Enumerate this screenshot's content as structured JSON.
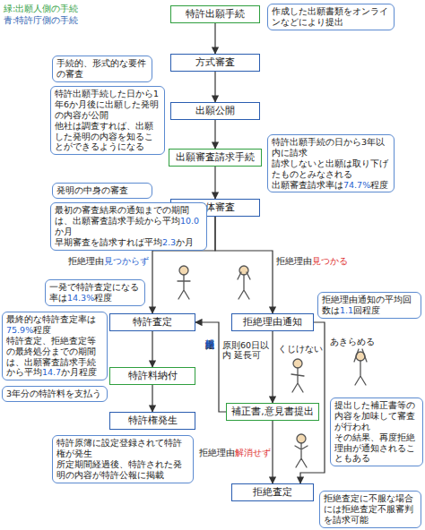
{
  "diagram": {
    "nodes": [
      {
        "text": [
          "特許出願手続"
        ]
      },
      {
        "text": [
          "作成した出願書類をオンラインなどにより提出"
        ]
      },
      {
        "text": [
          "方式審査"
        ]
      },
      {
        "text": [
          "手続的、形式的な要件の審査"
        ]
      },
      {
        "text": [
          "出願公開"
        ]
      },
      {
        "text": [
          "特許出願手続した日から1年6か月後に出願した発明の内容が公開",
          "他社は調査すれば、出願した発明の内容を知ることができるようになる"
        ]
      },
      {
        "text": [
          "出願審査請求手続"
        ]
      },
      {
        "text": [
          "特許出願手続の日から3年以内に請求",
          "請求しないと出願は取り下げたものとみなされる",
          "出願審査請求率は74.7%程度"
        ]
      },
      {
        "text": [
          "実体審査"
        ]
      },
      {
        "text": [
          "発明の中身の審査"
        ]
      },
      {
        "text": [
          "最初の審査結果の通知までの期間は、出願審査請求手続から平均10.0か月",
          "早期審査を請求すれば平均2.3か月"
        ]
      },
      {
        "text": [
          "一発で特許査定になる率は14.3%程度"
        ]
      },
      {
        "text": [
          "特許査定"
        ]
      },
      {
        "text": [
          "最終的な特許査定率は75.9%程度",
          "特許査定、拒絶査定等の最終処分までの期間は、出願審査請求手続から平均14.7か月程度"
        ]
      },
      {
        "text": [
          "拒絶理由通知"
        ]
      },
      {
        "text": [
          "拒絶理由通知の平均回数は1.1回程度"
        ]
      },
      {
        "text": [
          "特許料納付"
        ]
      },
      {
        "text": [
          "3年分の特許料を支払う"
        ]
      },
      {
        "text": [
          "補正書,意見書提出"
        ]
      },
      {
        "text": [
          "提出した補正書等の内容を加味して審査が行われ",
          "その結果、再度拒絶理由が通知されることもある"
        ]
      },
      {
        "text": [
          "特許権発生"
        ]
      },
      {
        "text": [
          "特許原簿に設定登録されて特許権が発生",
          "所定期間経過後、特許された発明の内容が特許公報に掲載"
        ]
      },
      {
        "text": [
          "拒絶査定"
        ]
      },
      {
        "text": [
          "拒絶査定に不服な場合には拒絶査定不服審判を請求可能"
        ]
      }
    ],
    "edges": [
      {
        "from": 0,
        "to": 2,
        "arrow": "to"
      },
      {
        "from": 2,
        "to": 4,
        "arrow": "to"
      },
      {
        "from": 4,
        "to": 6,
        "arrow": "to"
      },
      {
        "from": 6,
        "to": 8,
        "arrow": "to"
      },
      {
        "from": 8,
        "to": 12,
        "label": "拒絶理由見つからず",
        "arrow": "to"
      },
      {
        "from": 8,
        "to": 14,
        "label": "拒絶理由見つかる",
        "arrow": "to"
      },
      {
        "from": 14,
        "to": 18,
        "label": "原則60日以内 延長可",
        "arrow": "to"
      },
      {
        "from": 14,
        "to": 22,
        "label": "あきらめる",
        "arrow": "to"
      },
      {
        "from": 18,
        "to": 12,
        "label": "拒絶理由解消",
        "arrow": "to"
      },
      {
        "from": 18,
        "to": 22,
        "label": "拒絶理由解消せず",
        "arrow": "to"
      },
      {
        "from": 12,
        "to": 16,
        "arrow": "to"
      },
      {
        "from": 16,
        "to": 20,
        "arrow": "to"
      }
    ],
    "labels": [
      "くじけない"
    ],
    "legend": [
      {
        "text": "緑:出願人側の手続",
        "color": "#2e9e3e"
      },
      {
        "text": "青:特許庁側の手続",
        "color": "#2a5db0"
      }
    ]
  }
}
